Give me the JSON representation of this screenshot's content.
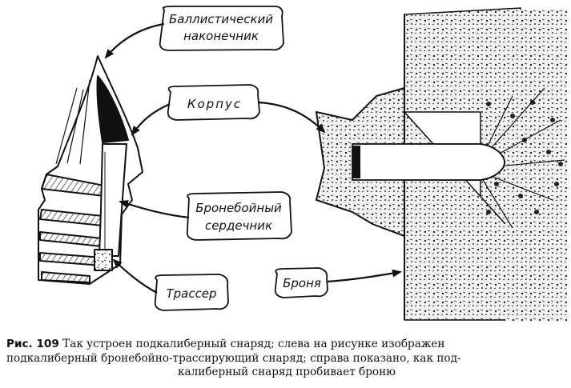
{
  "labels": {
    "ballistic_tip": [
      "Баллистический",
      "наконечник"
    ],
    "body": "Корпус",
    "core": [
      "Бронебойный",
      "сердечник"
    ],
    "tracer": "Трассер",
    "armor": "Броня"
  },
  "caption": {
    "head": "Рис. 109",
    "line1": " Так устроен подкалиберный снаряд; слева на рисунке изображен",
    "line2": "подкалиберный бронебойно-трассирующий снаряд; справа показано, как под-",
    "line3": "калиберный снаряд пробивает броню"
  }
}
